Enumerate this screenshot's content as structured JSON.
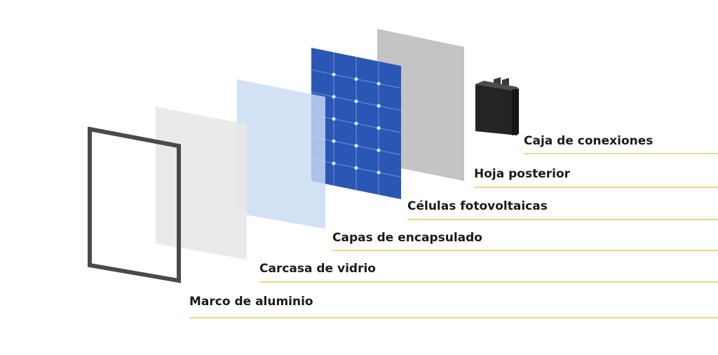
{
  "layers": [
    {
      "key": "junction_box",
      "label": "Caja de conexiones"
    },
    {
      "key": "backsheet",
      "label": "Hoja posterior"
    },
    {
      "key": "pv_cells",
      "label": "Células fotovoltaicas"
    },
    {
      "key": "encapsulant",
      "label": "Capas de encapsulado"
    },
    {
      "key": "glass",
      "label": "Carcasa de vidrio"
    },
    {
      "key": "frame",
      "label": "Marco de aluminio"
    }
  ],
  "colors": {
    "frame": "#4a4a4a",
    "glass": "#e8e8e8",
    "encapsulant": "#c9dbf3",
    "cells": "#2a56b5",
    "cell_grid": "#ffffff",
    "backsheet": "#c4c4c4",
    "junction_box": "#2b2b2b",
    "rule": "#f3d77a",
    "label": "#1a1a1a"
  }
}
